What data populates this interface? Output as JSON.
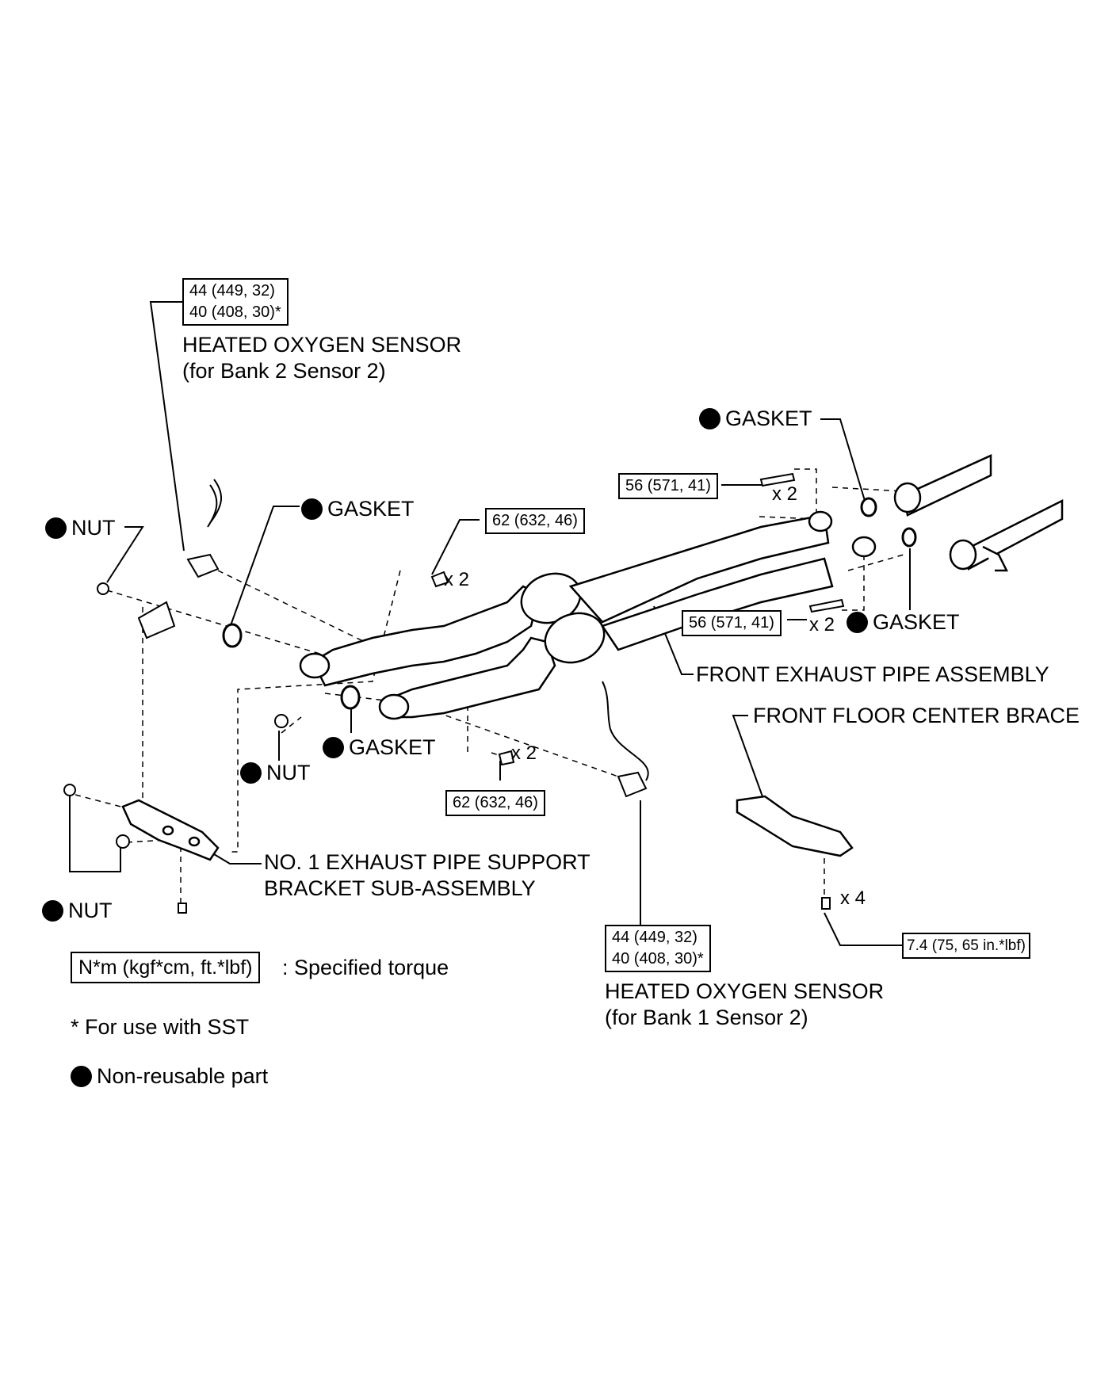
{
  "parts": {
    "ho2s_bank2": {
      "torque": [
        "44 (449, 32)",
        "40 (408, 30)*"
      ],
      "name_line1": "HEATED OXYGEN SENSOR",
      "name_line2": "(for Bank 2 Sensor 2)"
    },
    "ho2s_bank1": {
      "torque": [
        "44 (449, 32)",
        "40 (408, 30)*"
      ],
      "name_line1": "HEATED OXYGEN SENSOR",
      "name_line2": "(for Bank 1 Sensor 2)"
    },
    "gasket_top_right": "GASKET",
    "gasket_center_left": "GASKET",
    "gasket_lower_center": "GASKET",
    "gasket_right": "GASKET",
    "nut_upper_left": "NUT",
    "nut_center": "NUT",
    "nut_lower_left": "NUT",
    "bolt_upper": {
      "torque": "62 (632, 46)",
      "qty": "x 2"
    },
    "bolt_lower": {
      "torque": "62 (632, 46)",
      "qty": "x 2"
    },
    "bolt_right_upper": {
      "torque": "56 (571, 41)",
      "qty": "x 2"
    },
    "bolt_right_lower": {
      "torque": "56 (571, 41)",
      "qty": "x 2"
    },
    "front_exhaust_pipe": "FRONT EXHAUST PIPE ASSEMBLY",
    "front_floor_brace": {
      "name": "FRONT FLOOR CENTER BRACE",
      "torque": "7.4 (75, 65 in.*lbf)",
      "qty": "x 4"
    },
    "support_bracket": {
      "line1": "NO. 1 EXHAUST PIPE SUPPORT",
      "line2": "BRACKET SUB-ASSEMBLY"
    }
  },
  "legend": {
    "torque_unit": "N*m (kgf*cm, ft.*lbf)",
    "torque_desc": ": Specified torque",
    "sst_note": "* For use with SST",
    "non_reusable": "Non-reusable part"
  }
}
